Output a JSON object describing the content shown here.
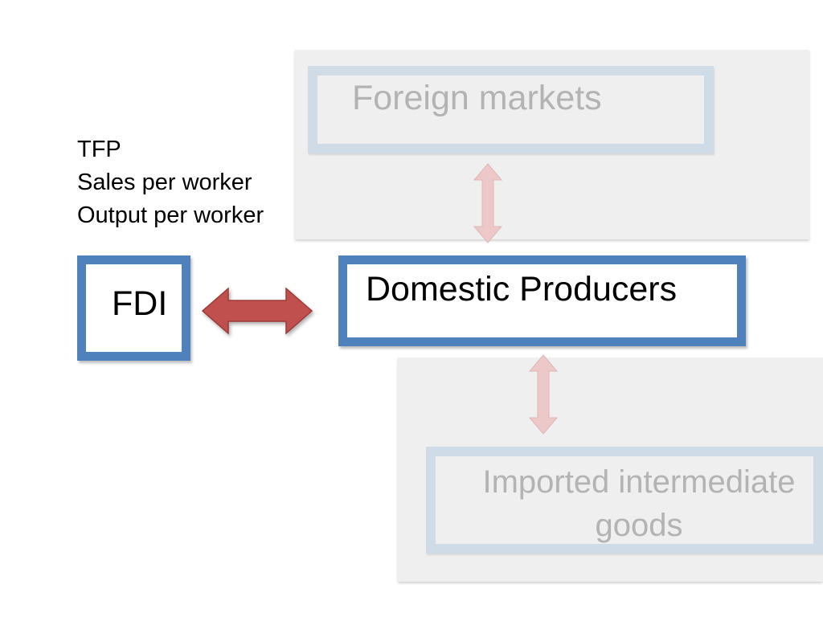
{
  "diagram": {
    "metrics": [
      "TFP",
      "Sales per worker",
      "Output per worker"
    ],
    "nodes": {
      "fdi": "FDI",
      "domestic_producers": "Domestic Producers",
      "foreign_markets": "Foreign markets",
      "imported_goods": "Imported intermediate goods"
    },
    "colors": {
      "box_border": "#4f81bd",
      "box_border_faded": "#cfdbe7",
      "arrow": "#c0504d",
      "arrow_faded": "#ecc8c8",
      "panel_background": "#efefef",
      "faded_text": "#b3b3b3"
    }
  }
}
